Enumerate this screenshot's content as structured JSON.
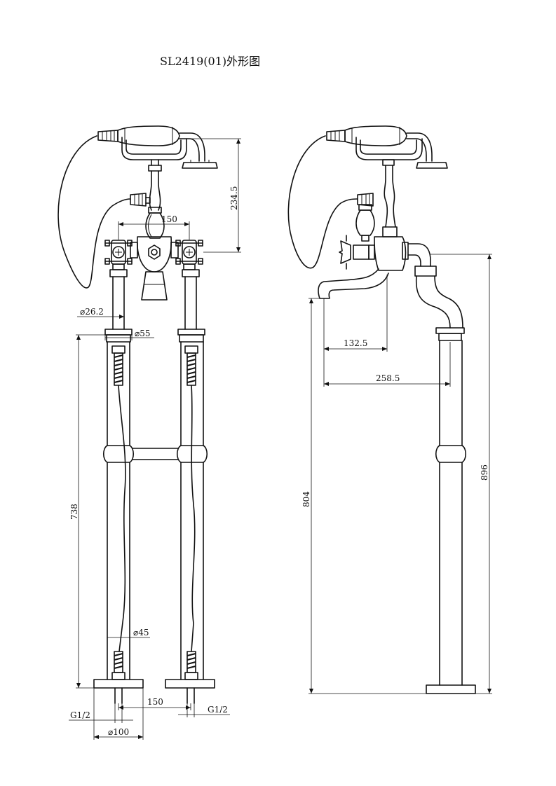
{
  "title": "SL2419(01)外形图",
  "front_view": {
    "dim_head_height": "234.5",
    "dim_valve_spacing": "150",
    "dim_pipe_dia": "⌀26.2",
    "dim_flange_dia": "⌀55",
    "dim_leg_height": "738",
    "dim_leg_dia": "⌀45",
    "dim_base_spacing": "150",
    "dim_thread_left": "G1/2",
    "dim_thread_right": "G1/2",
    "dim_base_dia": "⌀100"
  },
  "side_view": {
    "dim_spout_reach": "132.5",
    "dim_total_reach": "258.5",
    "dim_spout_height": "804",
    "dim_total_height": "896"
  }
}
